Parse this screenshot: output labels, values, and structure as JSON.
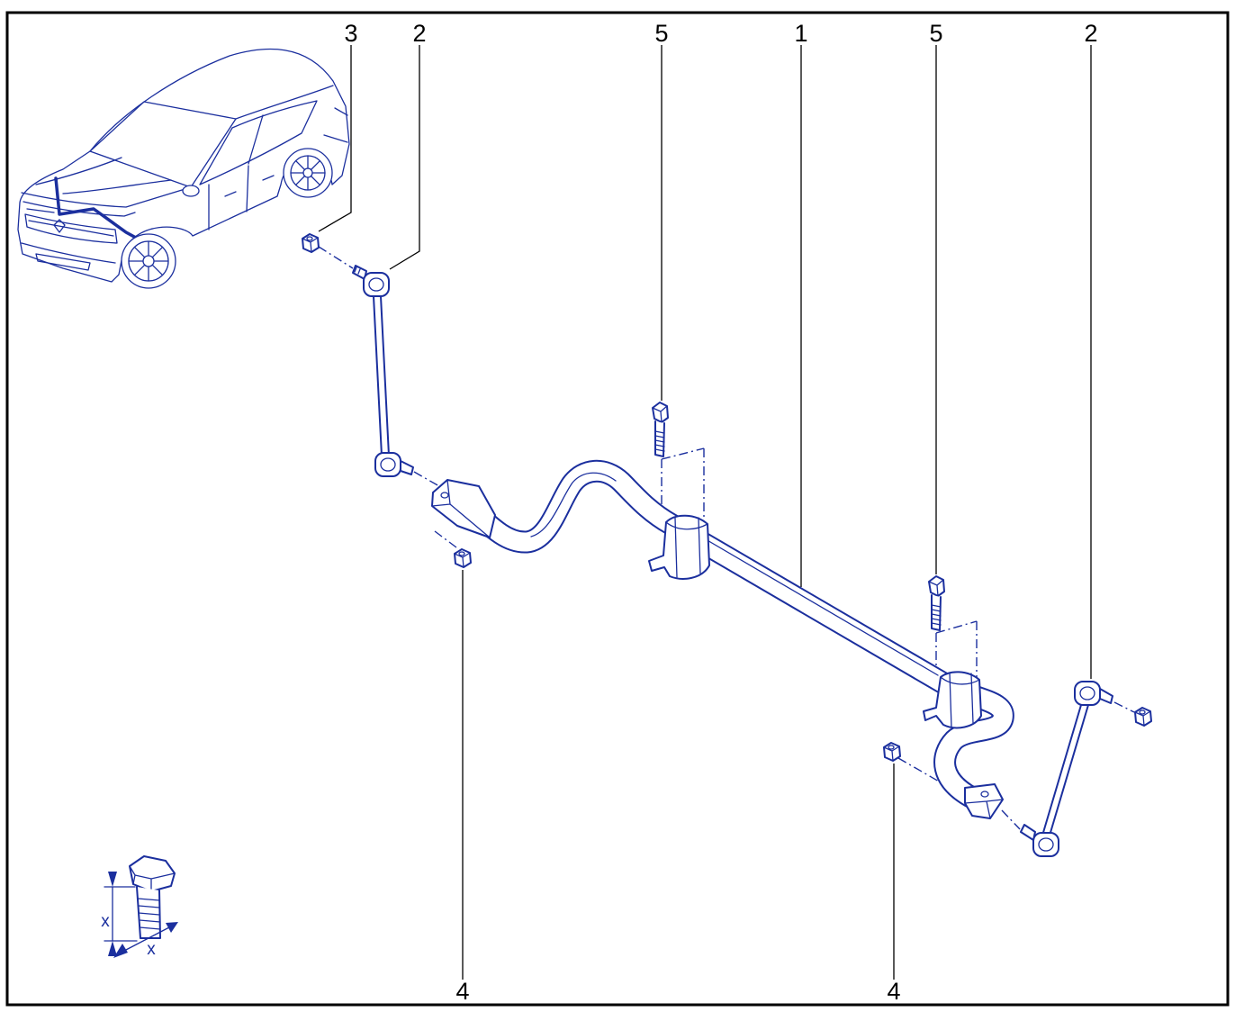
{
  "diagram": {
    "callouts_top": [
      {
        "label": "3"
      },
      {
        "label": "2"
      },
      {
        "label": "5"
      },
      {
        "label": "1"
      },
      {
        "label": "5"
      },
      {
        "label": "2"
      }
    ],
    "callouts_bottom": [
      {
        "label": "4"
      },
      {
        "label": "4"
      }
    ],
    "torque_symbol": {
      "height_label": "x",
      "width_label": "x"
    },
    "icons": [
      "car-illustration-icon",
      "bolt-dimension-icon"
    ],
    "colors": {
      "line": "#1b2f9e",
      "leader": "#000000",
      "frame": "#000000",
      "background": "#ffffff"
    }
  }
}
